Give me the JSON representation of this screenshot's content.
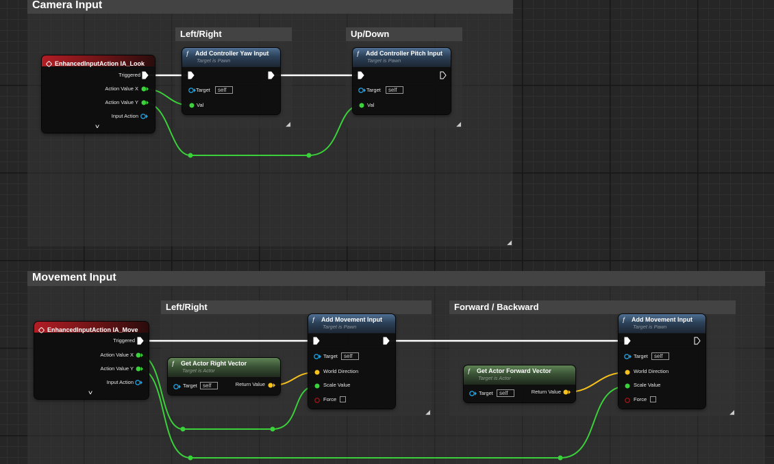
{
  "comments": {
    "camera": {
      "title": "Camera Input"
    },
    "movement": {
      "title": "Movement Input"
    },
    "cam_lr": {
      "title": "Left/Right"
    },
    "cam_ud": {
      "title": "Up/Down"
    },
    "mov_lr": {
      "title": "Left/Right"
    },
    "mov_fb": {
      "title": "Forward / Backward"
    }
  },
  "nodes": {
    "ia_look": {
      "title": "EnhancedInputAction IA_Look",
      "pins": {
        "triggered": "Triggered",
        "x": "Action Value X",
        "y": "Action Value Y",
        "action": "Input Action"
      }
    },
    "yaw": {
      "title": "Add Controller Yaw Input",
      "subtitle": "Target is Pawn",
      "target": "Target",
      "target_value": "self",
      "val": "Val"
    },
    "pitch": {
      "title": "Add Controller Pitch Input",
      "subtitle": "Target is Pawn",
      "target": "Target",
      "target_value": "self",
      "val": "Val"
    },
    "ia_move": {
      "title": "EnhancedInputAction IA_Move",
      "pins": {
        "triggered": "Triggered",
        "x": "Action Value X",
        "y": "Action Value Y",
        "action": "Input Action"
      }
    },
    "right_vec": {
      "title": "Get Actor Right Vector",
      "subtitle": "Target is Actor",
      "target": "Target",
      "target_value": "self",
      "ret": "Return Value"
    },
    "move_lr": {
      "title": "Add Movement Input",
      "subtitle": "Target is Pawn",
      "target": "Target",
      "target_value": "self",
      "dir": "World Direction",
      "scale": "Scale Value",
      "force": "Force"
    },
    "fwd_vec": {
      "title": "Get Actor Forward Vector",
      "subtitle": "Target is Actor",
      "target": "Target",
      "target_value": "self",
      "ret": "Return Value"
    },
    "move_fb": {
      "title": "Add Movement Input",
      "subtitle": "Target is Pawn",
      "target": "Target",
      "target_value": "self",
      "dir": "World Direction",
      "scale": "Scale Value",
      "force": "Force"
    }
  },
  "colors": {
    "exec": "#ffffff",
    "float": "#3bd13a",
    "vector": "#f8c21c",
    "object": "#1fa0e0",
    "bool": "#8a1010",
    "event": "#b21d25"
  },
  "icons": {
    "function": "function-icon",
    "event": "event-diamond-icon",
    "exec": "exec-pin-icon",
    "chevron": "chevron-down-icon",
    "resize": "resize-grip-icon"
  }
}
